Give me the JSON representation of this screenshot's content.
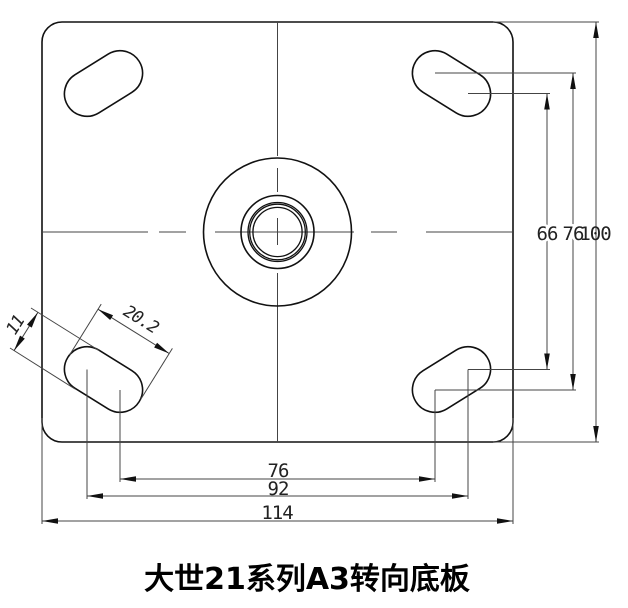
{
  "title": "大世21系列A3转向底板",
  "dims": {
    "right_inner": "66",
    "right_mid": "76",
    "right_outer": "100",
    "bottom_inner": "76",
    "bottom_mid": "92",
    "bottom_outer": "114",
    "slot_length": "20.2",
    "slot_width": "11"
  },
  "colors": {
    "part_line": "#111111",
    "dimension_line": "#444444",
    "background": "#ffffff"
  }
}
